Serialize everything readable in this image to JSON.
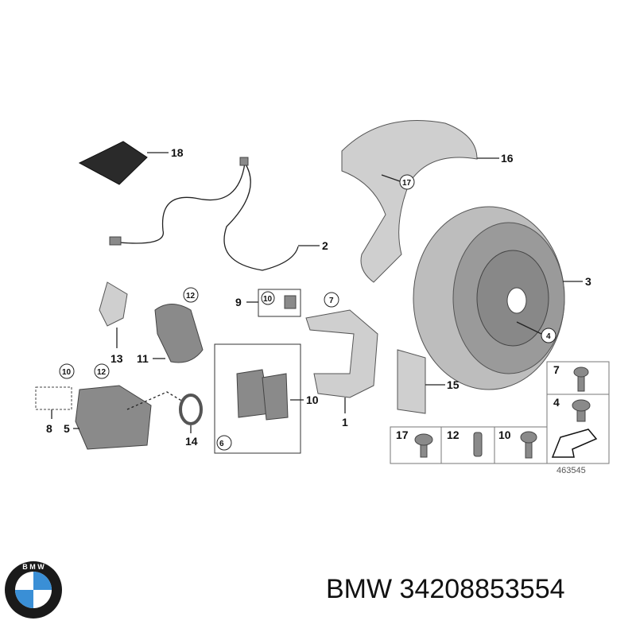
{
  "diagram": {
    "callouts": [
      "18",
      "2",
      "16",
      "17",
      "3",
      "4",
      "9",
      "10",
      "7",
      "12",
      "11",
      "13",
      "10",
      "12",
      "8",
      "5",
      "14",
      "1",
      "10",
      "6",
      "15"
    ],
    "fastener_table": {
      "right_column": [
        "7",
        "4"
      ],
      "bottom_row": [
        "17",
        "12",
        "10"
      ]
    },
    "diagram_number": "463545"
  },
  "footer": {
    "brand_logo": "BMW",
    "caption": "BMW 34208853554"
  },
  "colors": {
    "logo_blue": "#3a8fd6",
    "part_gray": "#8a8a8a"
  }
}
